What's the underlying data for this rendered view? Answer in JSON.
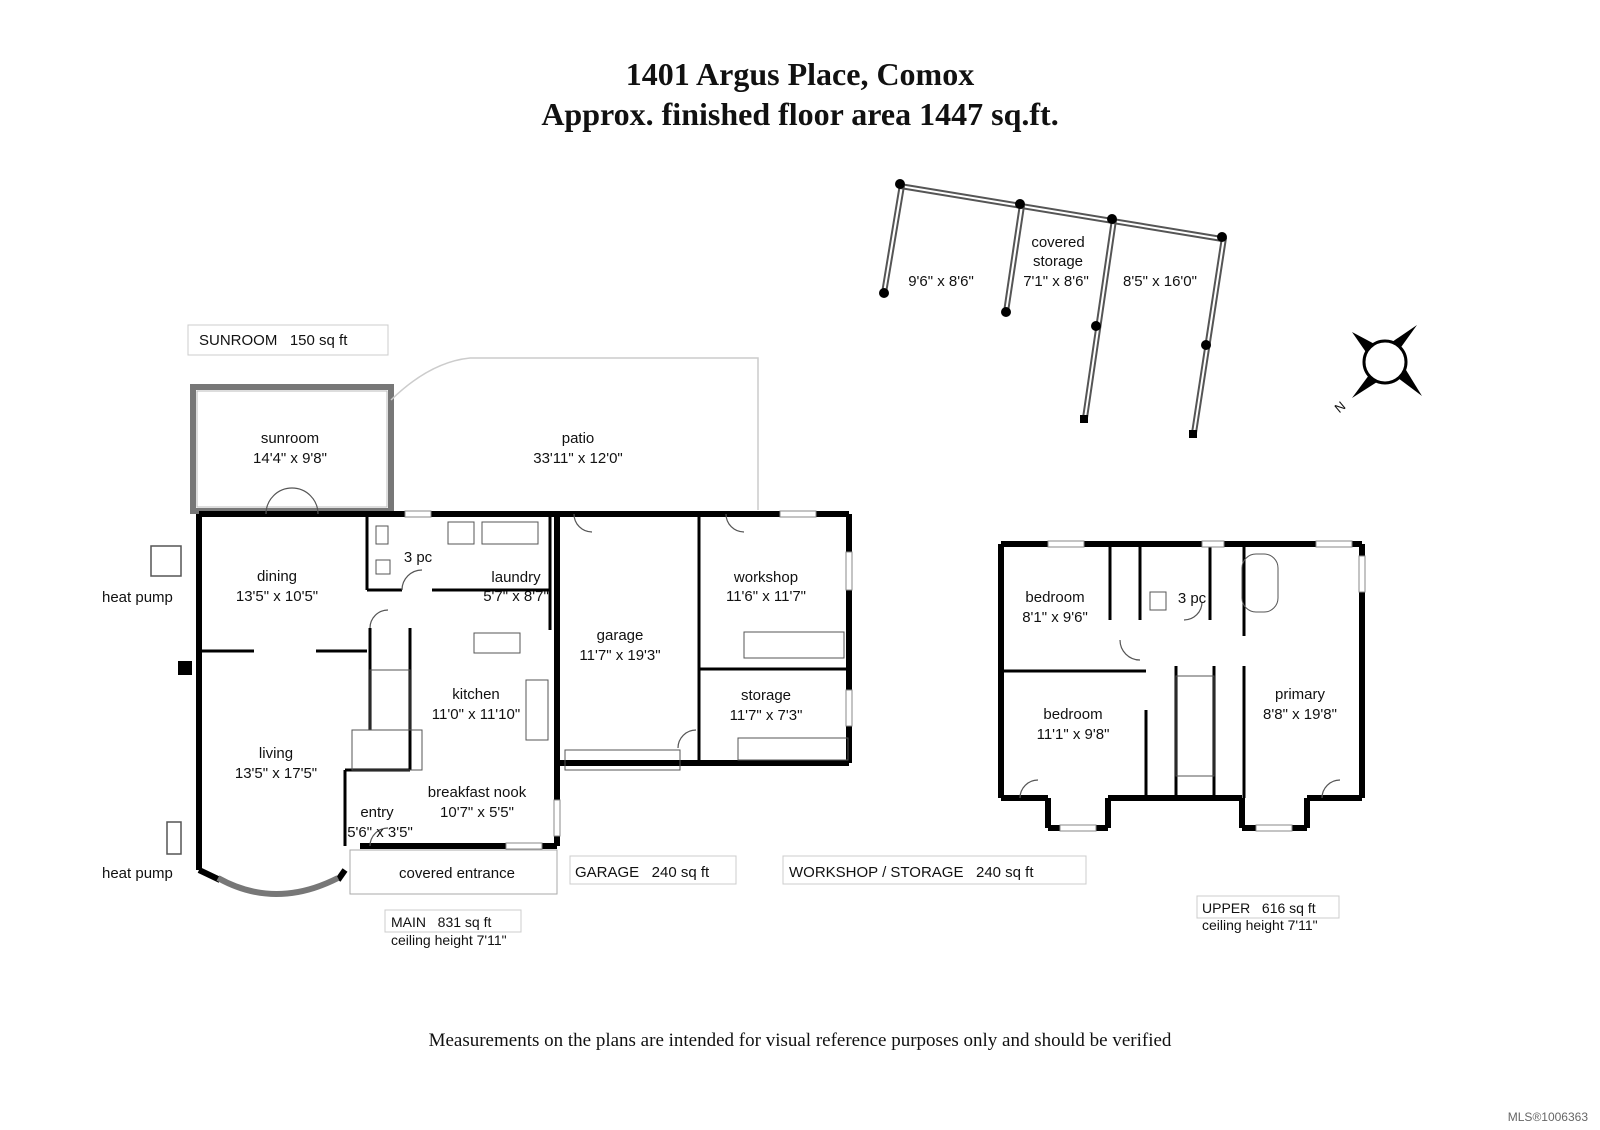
{
  "header": {
    "address": "1401 Argus Place, Comox",
    "area": "Approx. finished floor area 1447 sq.ft."
  },
  "rooms": {
    "sunroom": {
      "name": "sunroom",
      "dim": "14'4\" x 9'8\""
    },
    "patio": {
      "name": "patio",
      "dim": "33'11\" x 12'0\""
    },
    "dining": {
      "name": "dining",
      "dim": "13'5\" x 10'5\""
    },
    "bath_main": {
      "name": "3 pc"
    },
    "laundry": {
      "name": "laundry",
      "dim": "5'7\" x 8'7\""
    },
    "garage": {
      "name": "garage",
      "dim": "11'7\" x 19'3\""
    },
    "workshop": {
      "name": "workshop",
      "dim": "11'6\" x 11'7\""
    },
    "storage": {
      "name": "storage",
      "dim": "11'7\" x 7'3\""
    },
    "kitchen": {
      "name": "kitchen",
      "dim": "11'0\" x 11'10\""
    },
    "living": {
      "name": "living",
      "dim": "13'5\" x 17'5\""
    },
    "nook": {
      "name": "breakfast nook",
      "dim": "10'7\" x 5'5\""
    },
    "entry": {
      "name": "entry",
      "dim": "5'6\" x 3'5\""
    },
    "covered_entrance": {
      "name": "covered entrance"
    },
    "bedroom1": {
      "name": "bedroom",
      "dim": "8'1\" x 9'6\""
    },
    "bath_upper": {
      "name": "3 pc"
    },
    "bedroom2": {
      "name": "bedroom",
      "dim": "11'1\" x 9'8\""
    },
    "primary": {
      "name": "primary",
      "dim": "8'8\" x 19'8\""
    },
    "covered_storage": {
      "name_line1": "covered",
      "name_line2": "storage",
      "dim1": "9'6\" x 8'6\"",
      "dim2": "7'1\" x 8'6\"",
      "dim3": "8'5\" x 16'0\""
    }
  },
  "labels": {
    "heat_pump_1": "heat pump",
    "heat_pump_2": "heat pump"
  },
  "summaries": {
    "sunroom": "SUNROOM   150 sq ft",
    "garage": "GARAGE   240 sq ft",
    "workshop": "WORKSHOP / STORAGE   240 sq ft",
    "main": "MAIN   831 sq ft",
    "main_ceiling": "ceiling height 7'11\"",
    "upper": "UPPER   616 sq ft",
    "upper_ceiling": "ceiling height 7'11\""
  },
  "compass": {
    "north_label": "N"
  },
  "footer": {
    "disclaimer": "Measurements on the plans are intended for visual reference purposes only and should be verified",
    "mls": "MLS®1006363"
  }
}
